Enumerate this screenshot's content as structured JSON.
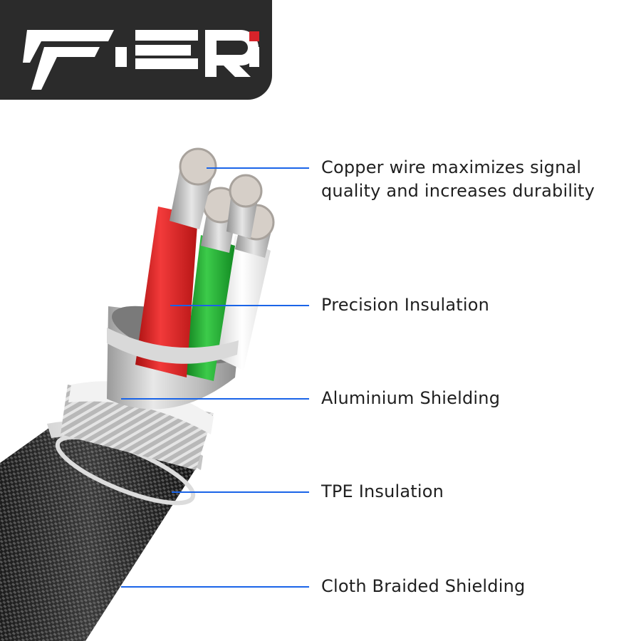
{
  "brand": {
    "name": "FIERI",
    "banner_color": "#2b2b2b",
    "logo_color": "#ffffff",
    "accent_color": "#d8232a"
  },
  "callout_color": "#1a64e8",
  "wire_colors": {
    "red": "#d92020",
    "green": "#1fa52e",
    "white": "#eeeeee",
    "copper": "#c9c3bd"
  },
  "callouts": [
    {
      "lines": [
        "Copper wire maximizes signal",
        "quality and increases durability"
      ]
    },
    {
      "lines": [
        "Precision Insulation"
      ]
    },
    {
      "lines": [
        "Aluminium Shielding"
      ]
    },
    {
      "lines": [
        "TPE Insulation"
      ]
    },
    {
      "lines": [
        "Cloth Braided Shielding"
      ]
    }
  ]
}
